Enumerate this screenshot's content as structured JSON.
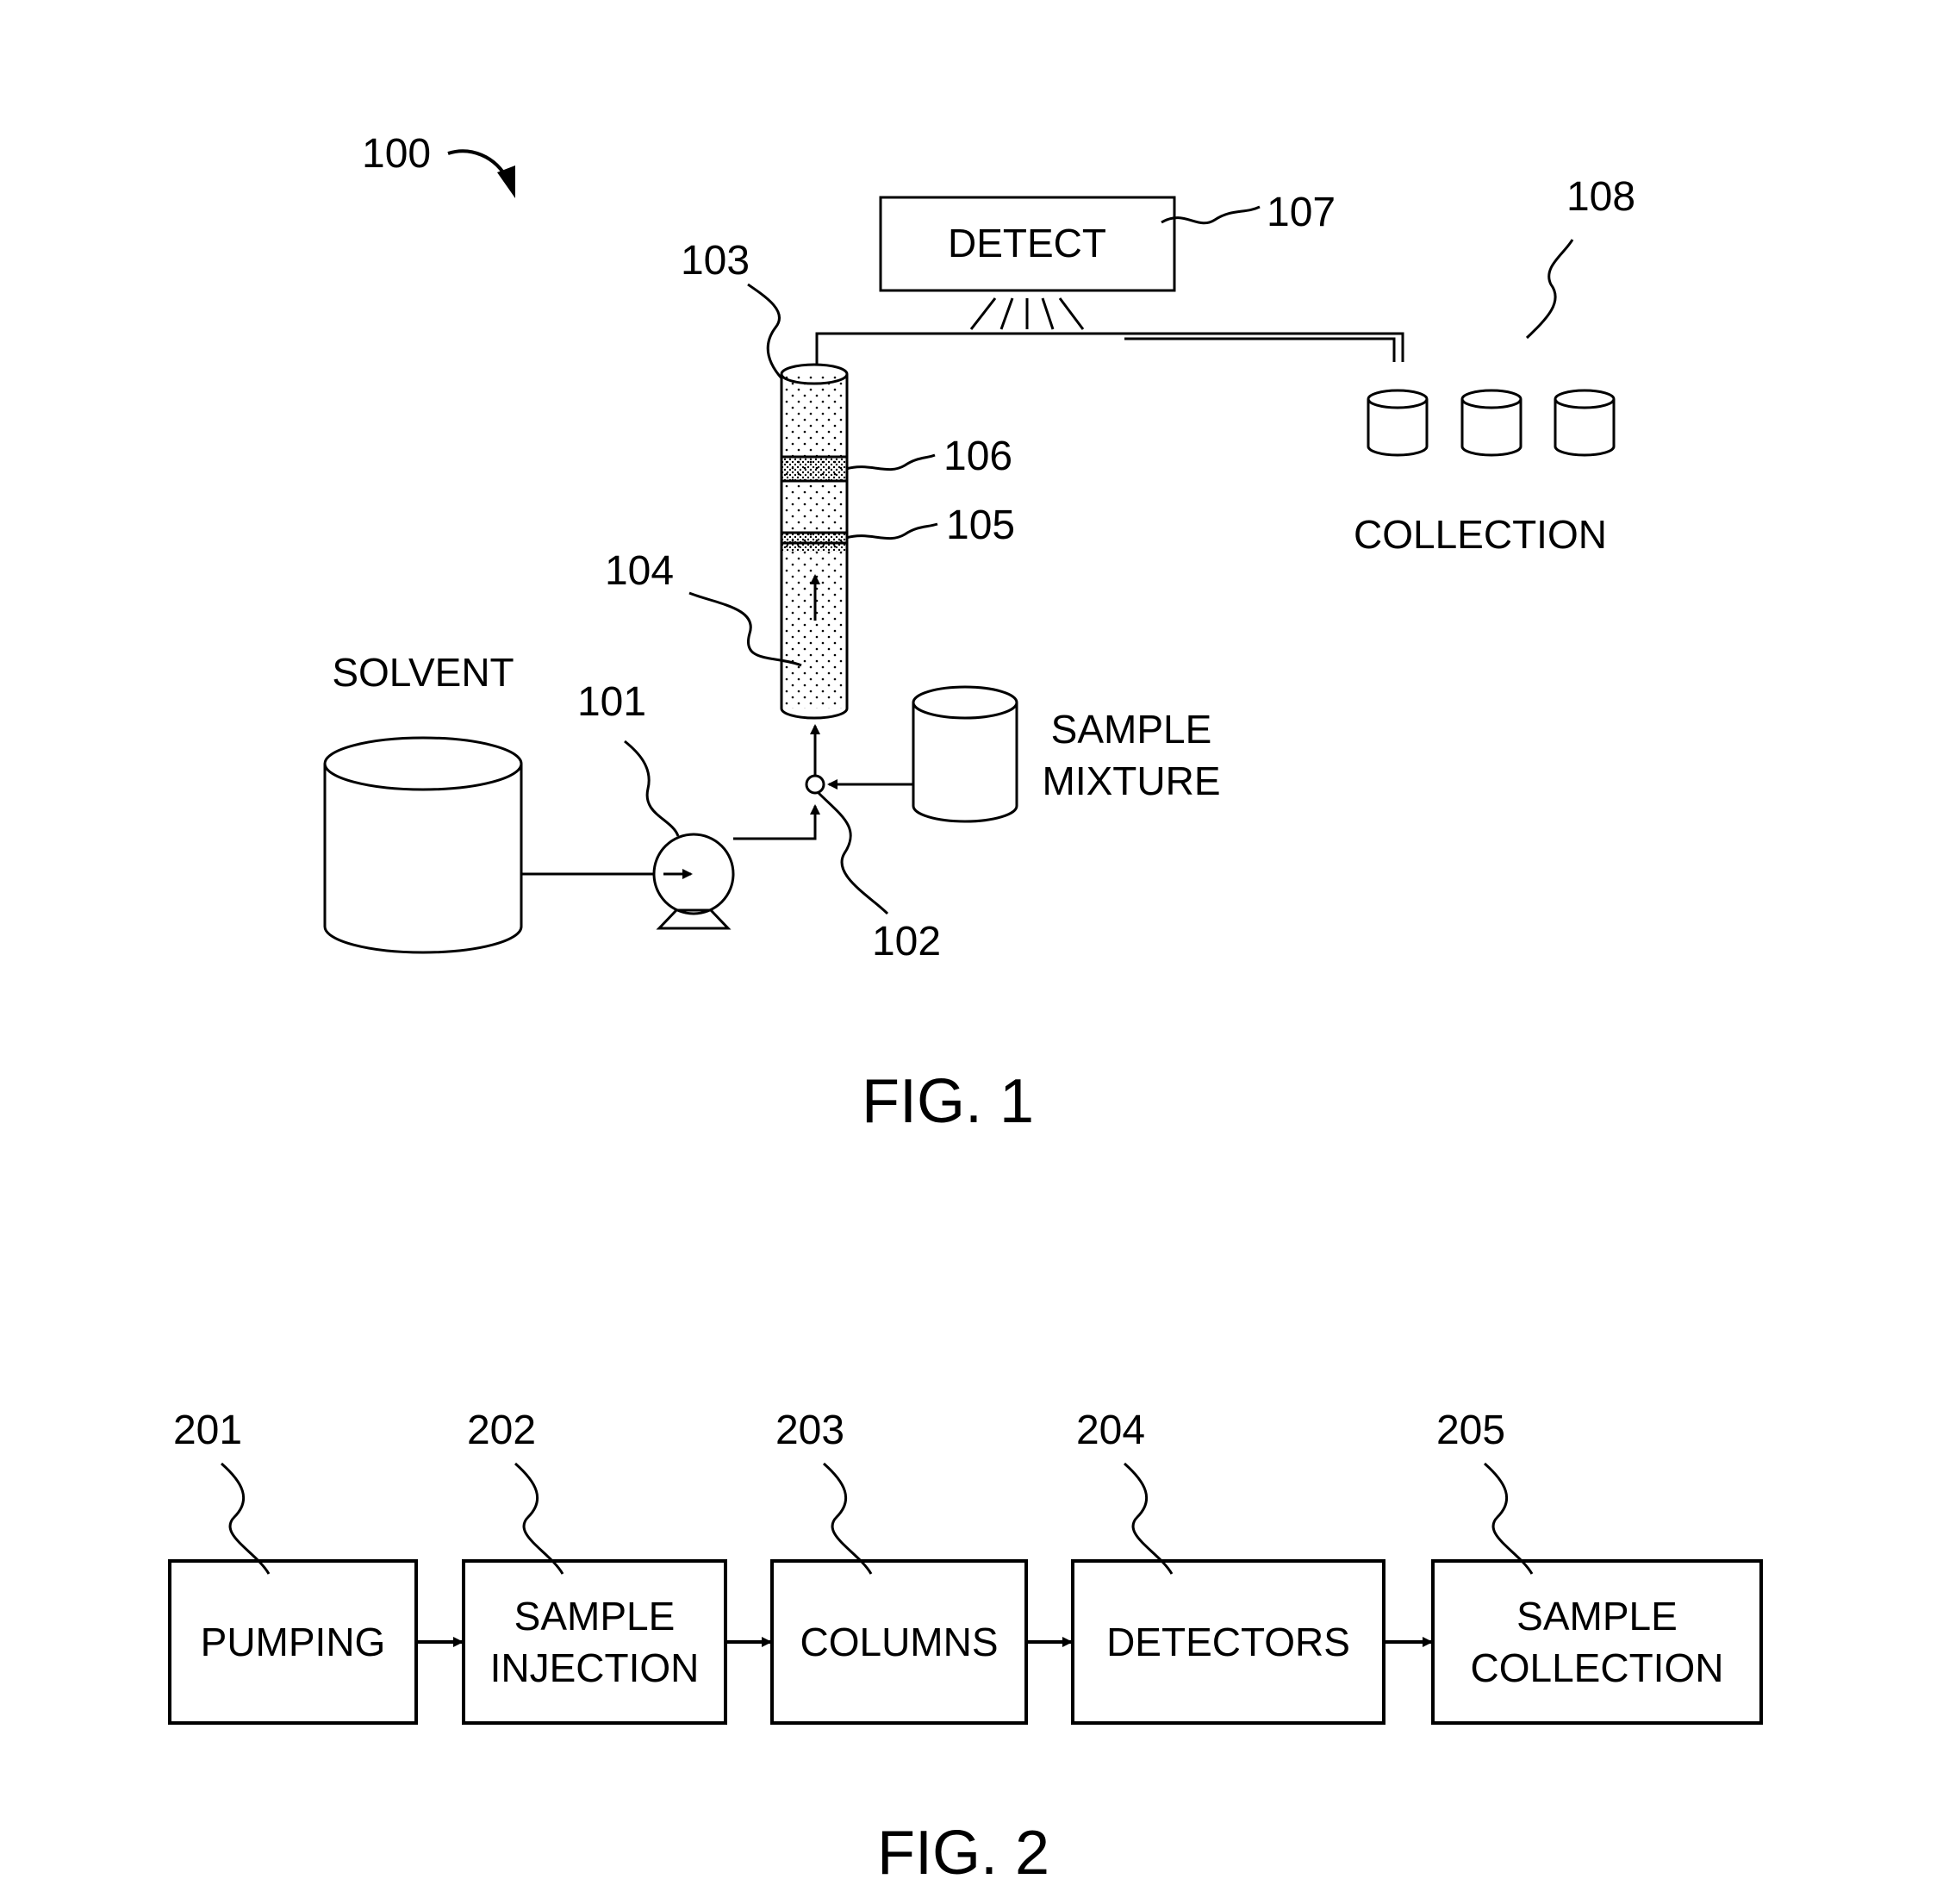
{
  "fig1": {
    "caption": "FIG. 1",
    "system_ref": "100",
    "labels": {
      "detect": "DETECT",
      "collection": "COLLECTION",
      "solvent": "SOLVENT",
      "sample_mixture_line1": "SAMPLE",
      "sample_mixture_line2": "MIXTURE"
    },
    "refs": {
      "pump": "101",
      "injector": "102",
      "column": "103",
      "packing": "104",
      "band_a": "105",
      "band_b": "106",
      "detector": "107",
      "collection": "108"
    }
  },
  "fig2": {
    "caption": "FIG. 2",
    "steps": [
      {
        "ref": "201",
        "line1": "PUMPING",
        "line2": ""
      },
      {
        "ref": "202",
        "line1": "SAMPLE",
        "line2": "INJECTION"
      },
      {
        "ref": "203",
        "line1": "COLUMNS",
        "line2": ""
      },
      {
        "ref": "204",
        "line1": "DETECTORS",
        "line2": ""
      },
      {
        "ref": "205",
        "line1": "SAMPLE",
        "line2": "COLLECTION"
      }
    ]
  }
}
